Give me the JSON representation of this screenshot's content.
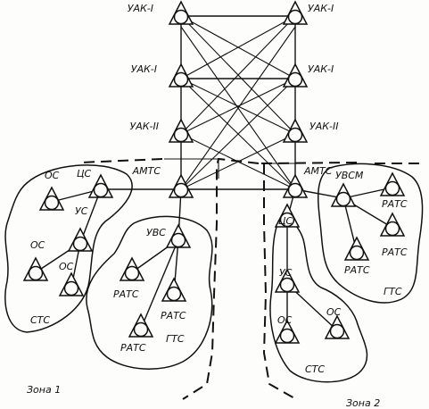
{
  "nodes": [
    {
      "id": "uak1_top_l",
      "label": "УАК-І"
    },
    {
      "id": "uak1_top_r",
      "label": "УАК-І"
    },
    {
      "id": "uak1_mid_l",
      "label": "УАК-І"
    },
    {
      "id": "uak1_mid_r",
      "label": "УАК-І"
    },
    {
      "id": "uak2_l",
      "label": "УАК-ІІ"
    },
    {
      "id": "uak2_r",
      "label": "УАК-ІІ"
    },
    {
      "id": "amts_l",
      "label": "АМТС"
    },
    {
      "id": "amts_r",
      "label": "АМТС"
    },
    {
      "id": "os_z1a",
      "label": "ОС"
    },
    {
      "id": "cs_z1",
      "label": "ЦС"
    },
    {
      "id": "us_z1",
      "label": "УС"
    },
    {
      "id": "os_z1b",
      "label": "ОС"
    },
    {
      "id": "os_z1c",
      "label": "ОС"
    },
    {
      "id": "uvs_z1",
      "label": "УВС"
    },
    {
      "id": "rats_z1a",
      "label": "РАТС"
    },
    {
      "id": "rats_z1b",
      "label": "РАТС"
    },
    {
      "id": "rats_z1c",
      "label": "РАТС"
    },
    {
      "id": "cs_z2",
      "label": "ЦС"
    },
    {
      "id": "us_z2",
      "label": "УС"
    },
    {
      "id": "os_z2a",
      "label": "ОС"
    },
    {
      "id": "os_z2b",
      "label": "ОС"
    },
    {
      "id": "uvsm_z2",
      "label": "УВСМ"
    },
    {
      "id": "rats_z2a",
      "label": "РАТС"
    },
    {
      "id": "rats_z2b",
      "label": "РАТС"
    },
    {
      "id": "rats_z2c",
      "label": "РАТС"
    }
  ],
  "groups": {
    "sts_z1": "СТС",
    "gts_z1": "ГТС",
    "sts_z2": "СТС",
    "gts_z2": "ГТС"
  },
  "zones": {
    "zone1": "Зона 1",
    "zone2": "Зона 2"
  }
}
